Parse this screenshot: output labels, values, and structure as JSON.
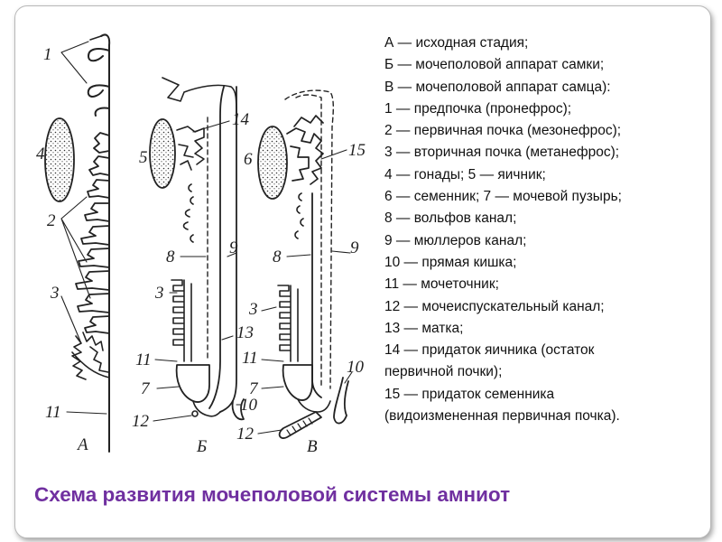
{
  "legend": [
    "А — исходная стадия;",
    "Б — мочеполовой аппарат самки;",
    "В — мочеполовой аппарат самца):",
    "1 — предпочка (пронефрос);",
    "2 — первичная почка (мезонефрос);",
    "3 — вторичная почка (метанефрос);",
    "4 — гонады; 5 — яичник;",
    "6 — семенник; 7 — мочевой пузырь;",
    "8 — вольфов канал;",
    "9 — мюллеров канал;",
    "10 — прямая кишка;",
    "11 — мочеточник;",
    "12 — мочеиспускательный канал;",
    "13 — матка;",
    "14 — придаток яичника (остаток",
    "первичной почки);",
    "15 — придаток семенника",
    "(видоизмененная первичная почка)."
  ],
  "title": "Схема развития мочеполовой системы амниот",
  "diagram_labels": {
    "A": {
      "1": "1",
      "2": "2",
      "3": "3",
      "4": "4",
      "11": "11",
      "stage": "А"
    },
    "B": {
      "3": "3",
      "5": "5",
      "7": "7",
      "8": "8",
      "9": "9",
      "10": "10",
      "11": "11",
      "12": "12",
      "13": "13",
      "14": "14",
      "stage": "Б"
    },
    "V": {
      "3": "3",
      "6": "6",
      "7": "7",
      "8": "8",
      "9": "9",
      "10": "10",
      "11": "11",
      "12": "12",
      "15": "15",
      "stage": "В"
    }
  },
  "colors": {
    "title": "#7030a0",
    "text": "#111111",
    "line": "#222222"
  }
}
